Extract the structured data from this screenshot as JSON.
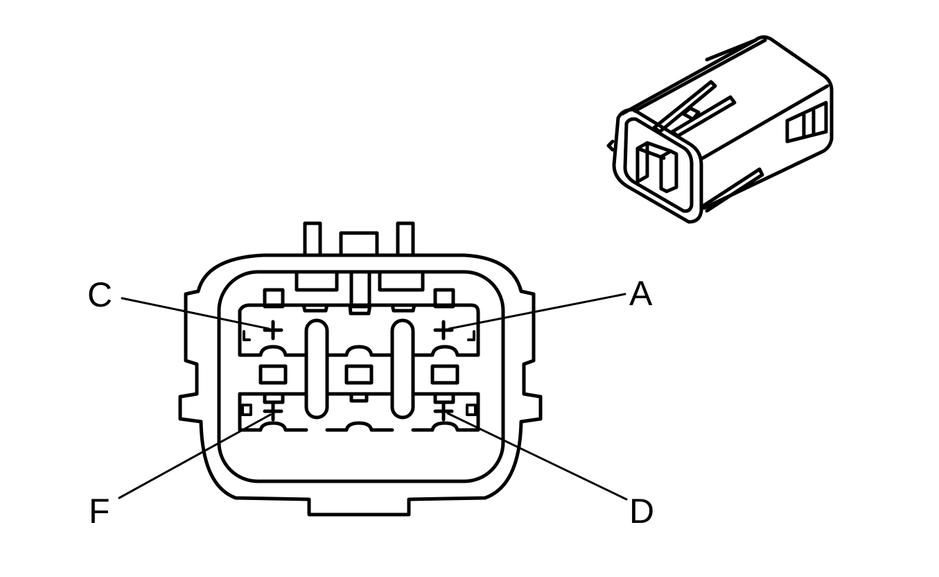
{
  "diagram": {
    "pin_labels": {
      "a": "A",
      "c": "C",
      "d": "D",
      "f": "F"
    },
    "colors": {
      "line": "#000000",
      "background": "#ffffff"
    }
  }
}
